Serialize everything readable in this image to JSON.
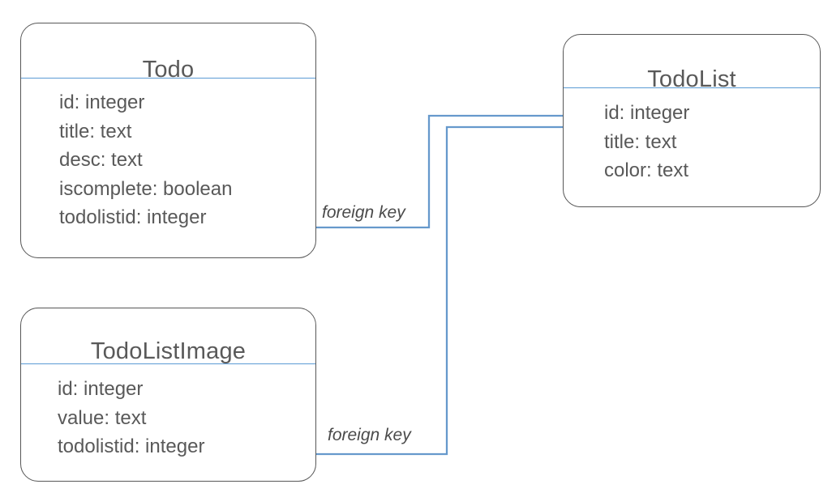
{
  "diagram": {
    "type": "entity-relationship-diagram",
    "background_color": "#ffffff",
    "box_border_color": "#575757",
    "divider_color": "#5B9BD5",
    "connector_color": "#6699CC",
    "text_color": "#595959"
  },
  "entities": [
    {
      "name": "Todo",
      "fields": [
        "id: integer",
        "title: text",
        "desc: text",
        "iscomplete: boolean",
        "todolistid: integer"
      ]
    },
    {
      "name": "TodoList",
      "fields": [
        "id: integer",
        "title: text",
        "color: text"
      ]
    },
    {
      "name": "TodoListImage",
      "fields": [
        "id: integer",
        "value: text",
        "todolistid: integer"
      ]
    }
  ],
  "relationships": [
    {
      "label": "foreign key",
      "from_entity": "Todo",
      "from_field": "todolistid: integer",
      "to_entity": "TodoList",
      "to_field": "id: integer"
    },
    {
      "label": "foreign key",
      "from_entity": "TodoListImage",
      "from_field": "todolistid: integer",
      "to_entity": "TodoList",
      "to_field": "id: integer"
    }
  ]
}
